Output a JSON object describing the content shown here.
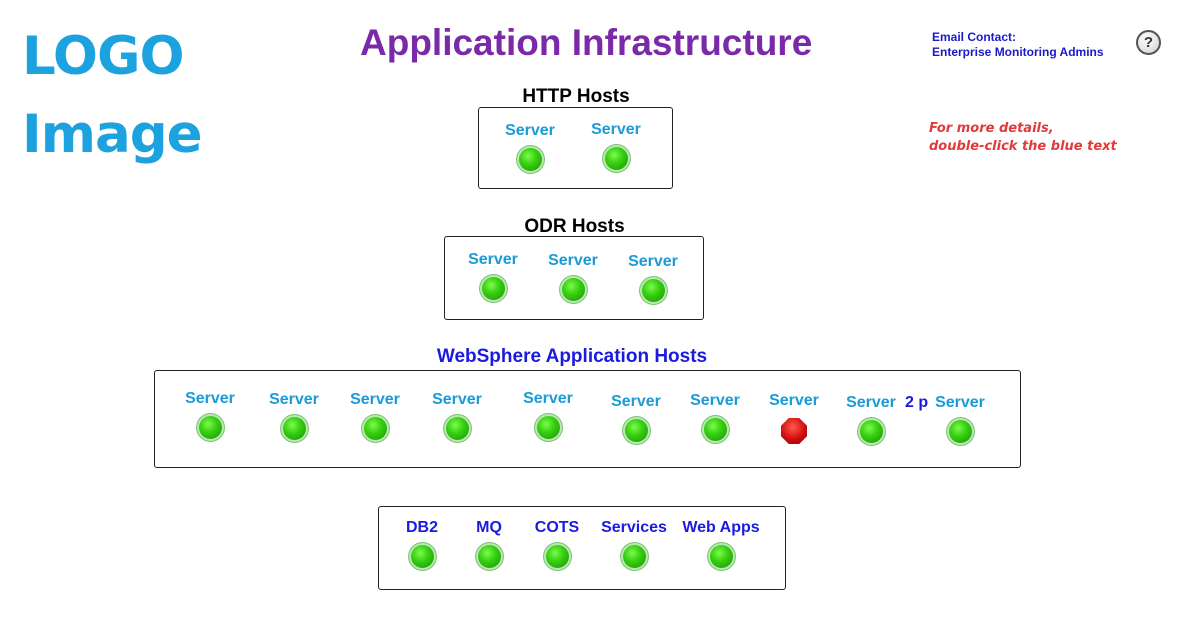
{
  "logo": {
    "line1": "LOGO",
    "line2": "Image"
  },
  "title": "Application Infrastructure",
  "contact": {
    "label": "Email Contact:",
    "value": "Enterprise Monitoring Admins"
  },
  "help": {
    "label": "?"
  },
  "hint": {
    "line1": "For more details,",
    "line2": "double-click the blue text"
  },
  "sections": {
    "http": {
      "title": "HTTP Hosts",
      "nodes": [
        {
          "label": "Server"
        },
        {
          "label": "Server"
        }
      ]
    },
    "odr": {
      "title": "ODR Hosts",
      "nodes": [
        {
          "label": "Server"
        },
        {
          "label": "Server"
        },
        {
          "label": "Server"
        }
      ]
    },
    "websphere": {
      "title": "WebSphere Application Hosts",
      "overlap_fragment": "2 p",
      "nodes": [
        {
          "label": "Server",
          "status": "up"
        },
        {
          "label": "Server",
          "status": "up"
        },
        {
          "label": "Server",
          "status": "up"
        },
        {
          "label": "Server",
          "status": "up"
        },
        {
          "label": "Server",
          "status": "up"
        },
        {
          "label": "Server",
          "status": "up"
        },
        {
          "label": "Server",
          "status": "up"
        },
        {
          "label": "Server",
          "status": "down"
        },
        {
          "label": "Server",
          "status": "up"
        },
        {
          "label": "Server",
          "status": "up"
        }
      ]
    },
    "services": {
      "nodes": [
        {
          "label": "DB2"
        },
        {
          "label": "MQ"
        },
        {
          "label": "COTS"
        },
        {
          "label": "Services"
        },
        {
          "label": "Web Apps"
        }
      ]
    }
  },
  "colors": {
    "logo": "#1da2e0",
    "title": "#7a2aa8",
    "contact": "#1a1acc",
    "hint": "#e23a3a",
    "server_label": "#1a9bd8",
    "link_label": "#1a1ae0",
    "section_title": "#000000"
  },
  "icons": {
    "status_up": "green-status-circle",
    "status_down": "red-stop-octagon",
    "help": "question-mark-circle"
  }
}
